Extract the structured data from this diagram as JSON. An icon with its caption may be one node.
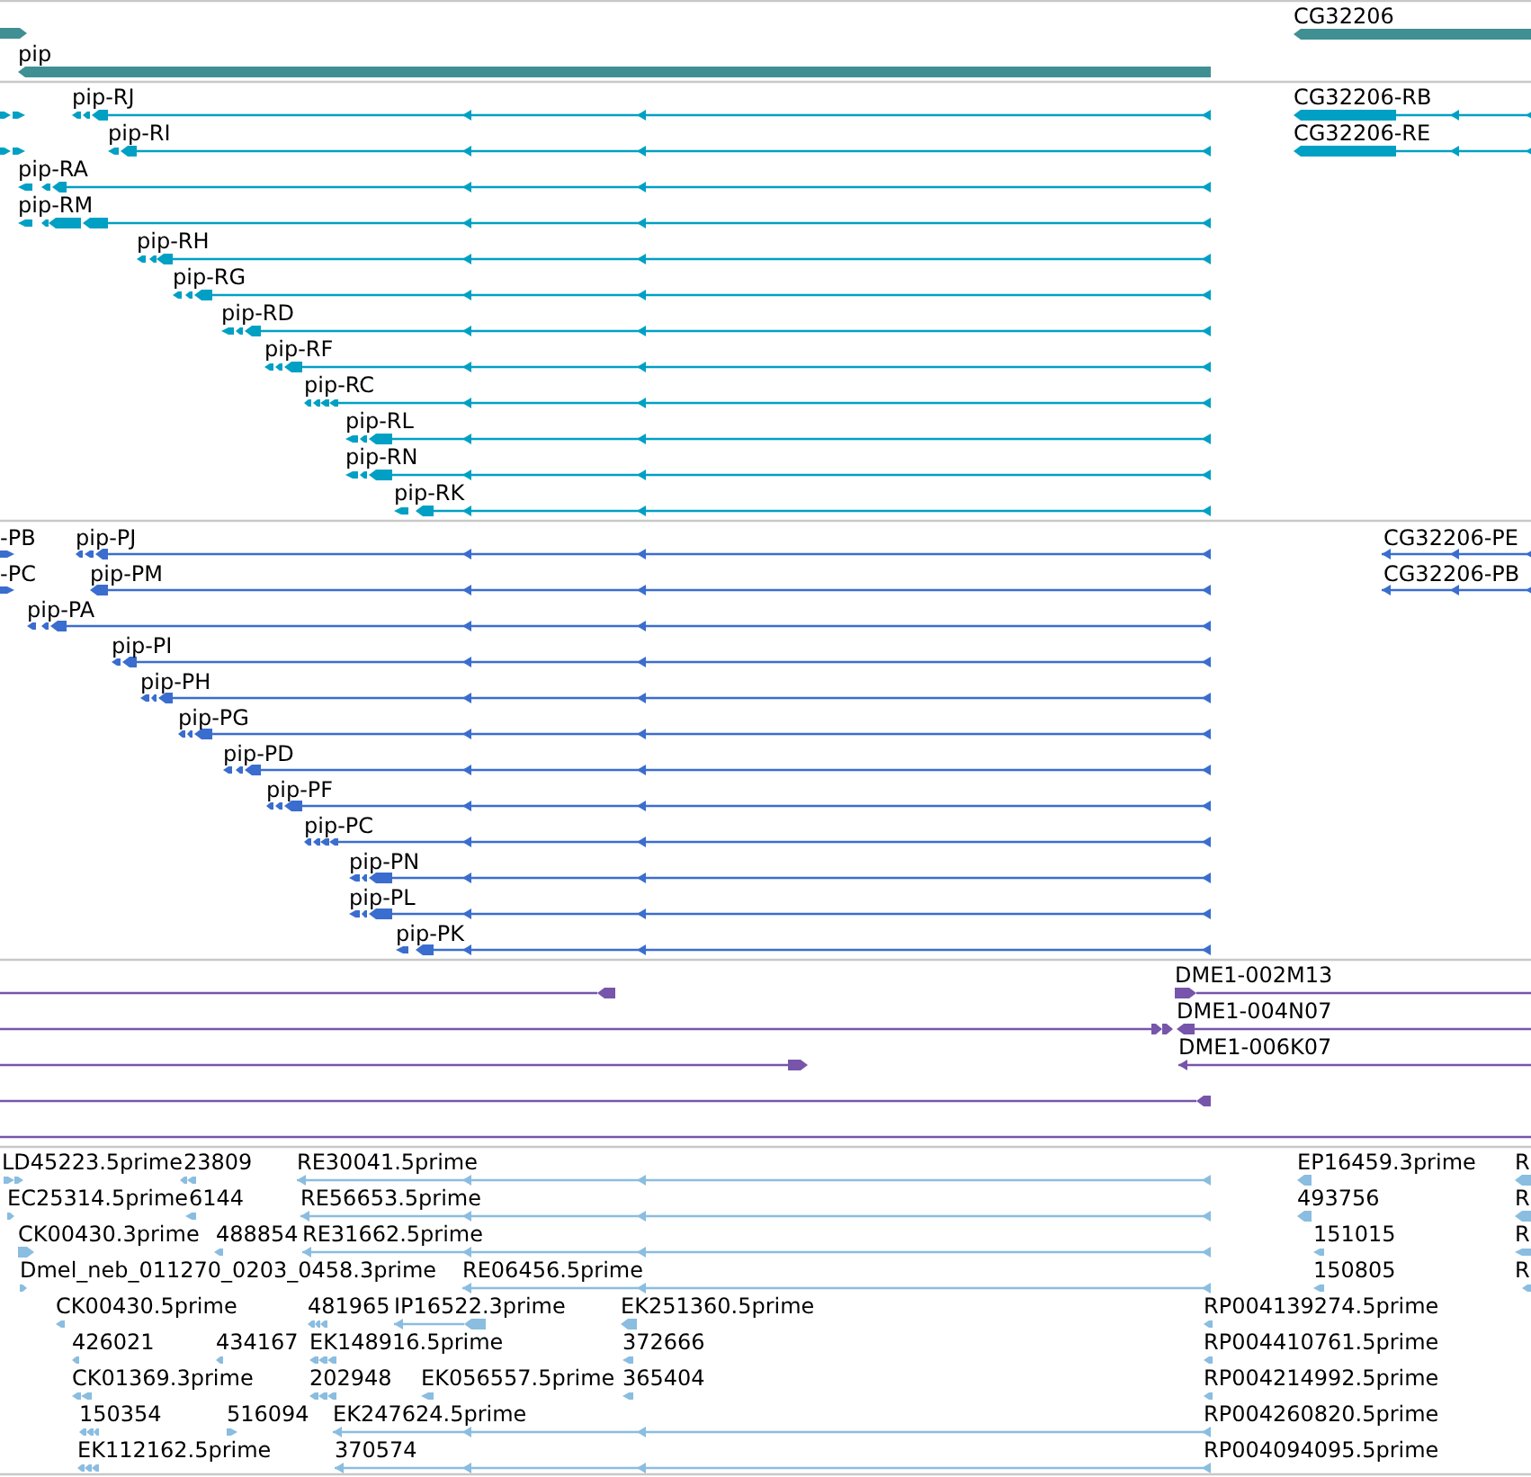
{
  "diagram": {
    "labels": [
      "CG32206",
      "pip",
      "pip-RJ",
      "CG32206-RB",
      "pip-RI",
      "CG32206-RE",
      "pip-RA",
      "pip-RM",
      "pip-RH",
      "pip-RG",
      "pip-RD",
      "pip-RF",
      "pip-RC",
      "pip-RL",
      "pip-RN",
      "pip-RK",
      "-PB",
      "pip-PJ",
      "CG32206-PE",
      "-PC",
      "pip-PM",
      "CG32206-PB",
      "pip-PA",
      "pip-PI",
      "pip-PH",
      "pip-PG",
      "pip-PD",
      "pip-PF",
      "pip-PC",
      "pip-PN",
      "pip-PL",
      "pip-PK",
      "DME1-002M13",
      "DME1-004N07",
      "DME1-006K07",
      "LD45223.5prime",
      "23809",
      "RE30041.5prime",
      "EP16459.3prime",
      "R",
      "EC25314.5prime",
      "6144",
      "RE56653.5prime",
      "493756",
      "R",
      "CK00430.3prime",
      "488854",
      "RE31662.5prime",
      "151015",
      "R",
      "Dmel_neb_011270_0203_0458.3prime",
      "RE06456.5prime",
      "150805",
      "R",
      "CK00430.5prime",
      "481965",
      "IP16522.3prime",
      "EK251360.5prime",
      "RP004139274.5prime",
      "426021",
      "434167",
      "EK148916.5prime",
      "372666",
      "RP004410761.5prime",
      "CK01369.3prime",
      "202948",
      "EK056557.5prime",
      "365404",
      "RP004214992.5prime",
      "150354",
      "516094",
      "EK247624.5prime",
      "RP004260820.5prime",
      "EK112162.5prime",
      "370574",
      "RP004094095.5prime"
    ]
  }
}
